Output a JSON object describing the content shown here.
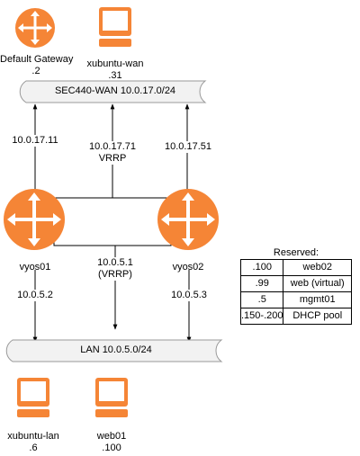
{
  "nodes": {
    "default_gateway": {
      "name": "Default Gateway",
      "addr": ".2"
    },
    "xubuntu_wan": {
      "name": "xubuntu-wan",
      "addr": ".31"
    },
    "vyos01": {
      "name": "vyos01"
    },
    "vyos02": {
      "name": "vyos02"
    },
    "xubuntu_lan": {
      "name": "xubuntu-lan",
      "addr": ".6"
    },
    "web01": {
      "name": "web01",
      "addr": ".100"
    }
  },
  "networks": {
    "wan": "SEC440-WAN 10.0.17.0/24",
    "lan": "LAN 10.0.5.0/24"
  },
  "links": {
    "vyos01_wan": "10.0.17.11",
    "vrrp_wan_ip": "10.0.17.71",
    "vrrp_wan_tag": "VRRP",
    "vyos02_wan": "10.0.17.51",
    "vrrp_lan_ip": "10.0.5.1",
    "vrrp_lan_tag": "(VRRP)",
    "vyos01_lan": "10.0.5.2",
    "vyos02_lan": "10.0.5.3"
  },
  "reserved": {
    "title": "Reserved:",
    "rows": [
      {
        "addr": ".100",
        "host": "web02"
      },
      {
        "addr": ".99",
        "host": "web (virtual)"
      },
      {
        "addr": ".5",
        "host": "mgmt01"
      },
      {
        "addr": ".150-.200",
        "host": "DHCP pool"
      }
    ]
  },
  "colors": {
    "router": "#F58536",
    "router_dark": "#D9661C",
    "icon_stroke": "#D9661C",
    "line": "#000000",
    "banner_stroke": "#999999"
  }
}
